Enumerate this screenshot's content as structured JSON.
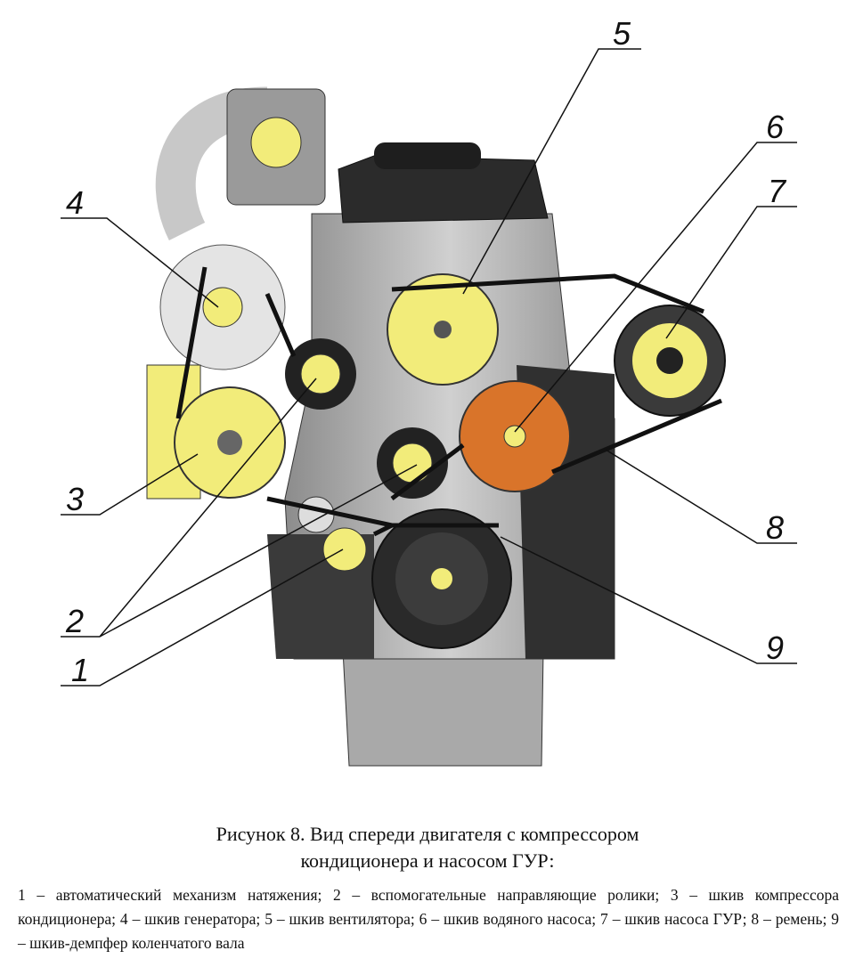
{
  "figure": {
    "callouts": [
      "1",
      "2",
      "3",
      "4",
      "5",
      "6",
      "7",
      "8",
      "9"
    ],
    "colors": {
      "pulley_yellow": "#f2ec7a",
      "water_pump_orange": "#d9742a",
      "metal_gray": "#b9b9b9",
      "dark": "#2a2a2a"
    }
  },
  "caption": {
    "line1": "Рисунок 8. Вид спереди двигателя с компрессором",
    "line2": "кондиционера и насосом ГУР:"
  },
  "legend": "1 – автоматический механизм натяжения; 2 – вспомогательные направляющие ролики; 3 – шкив компрессора кондиционера; 4 – шкив генератора; 5 – шкив вентилятора; 6 – шкив водяного насоса; 7 – шкив насоса ГУР; 8 – ремень; 9 – шкив-демпфер коленчатого вала"
}
